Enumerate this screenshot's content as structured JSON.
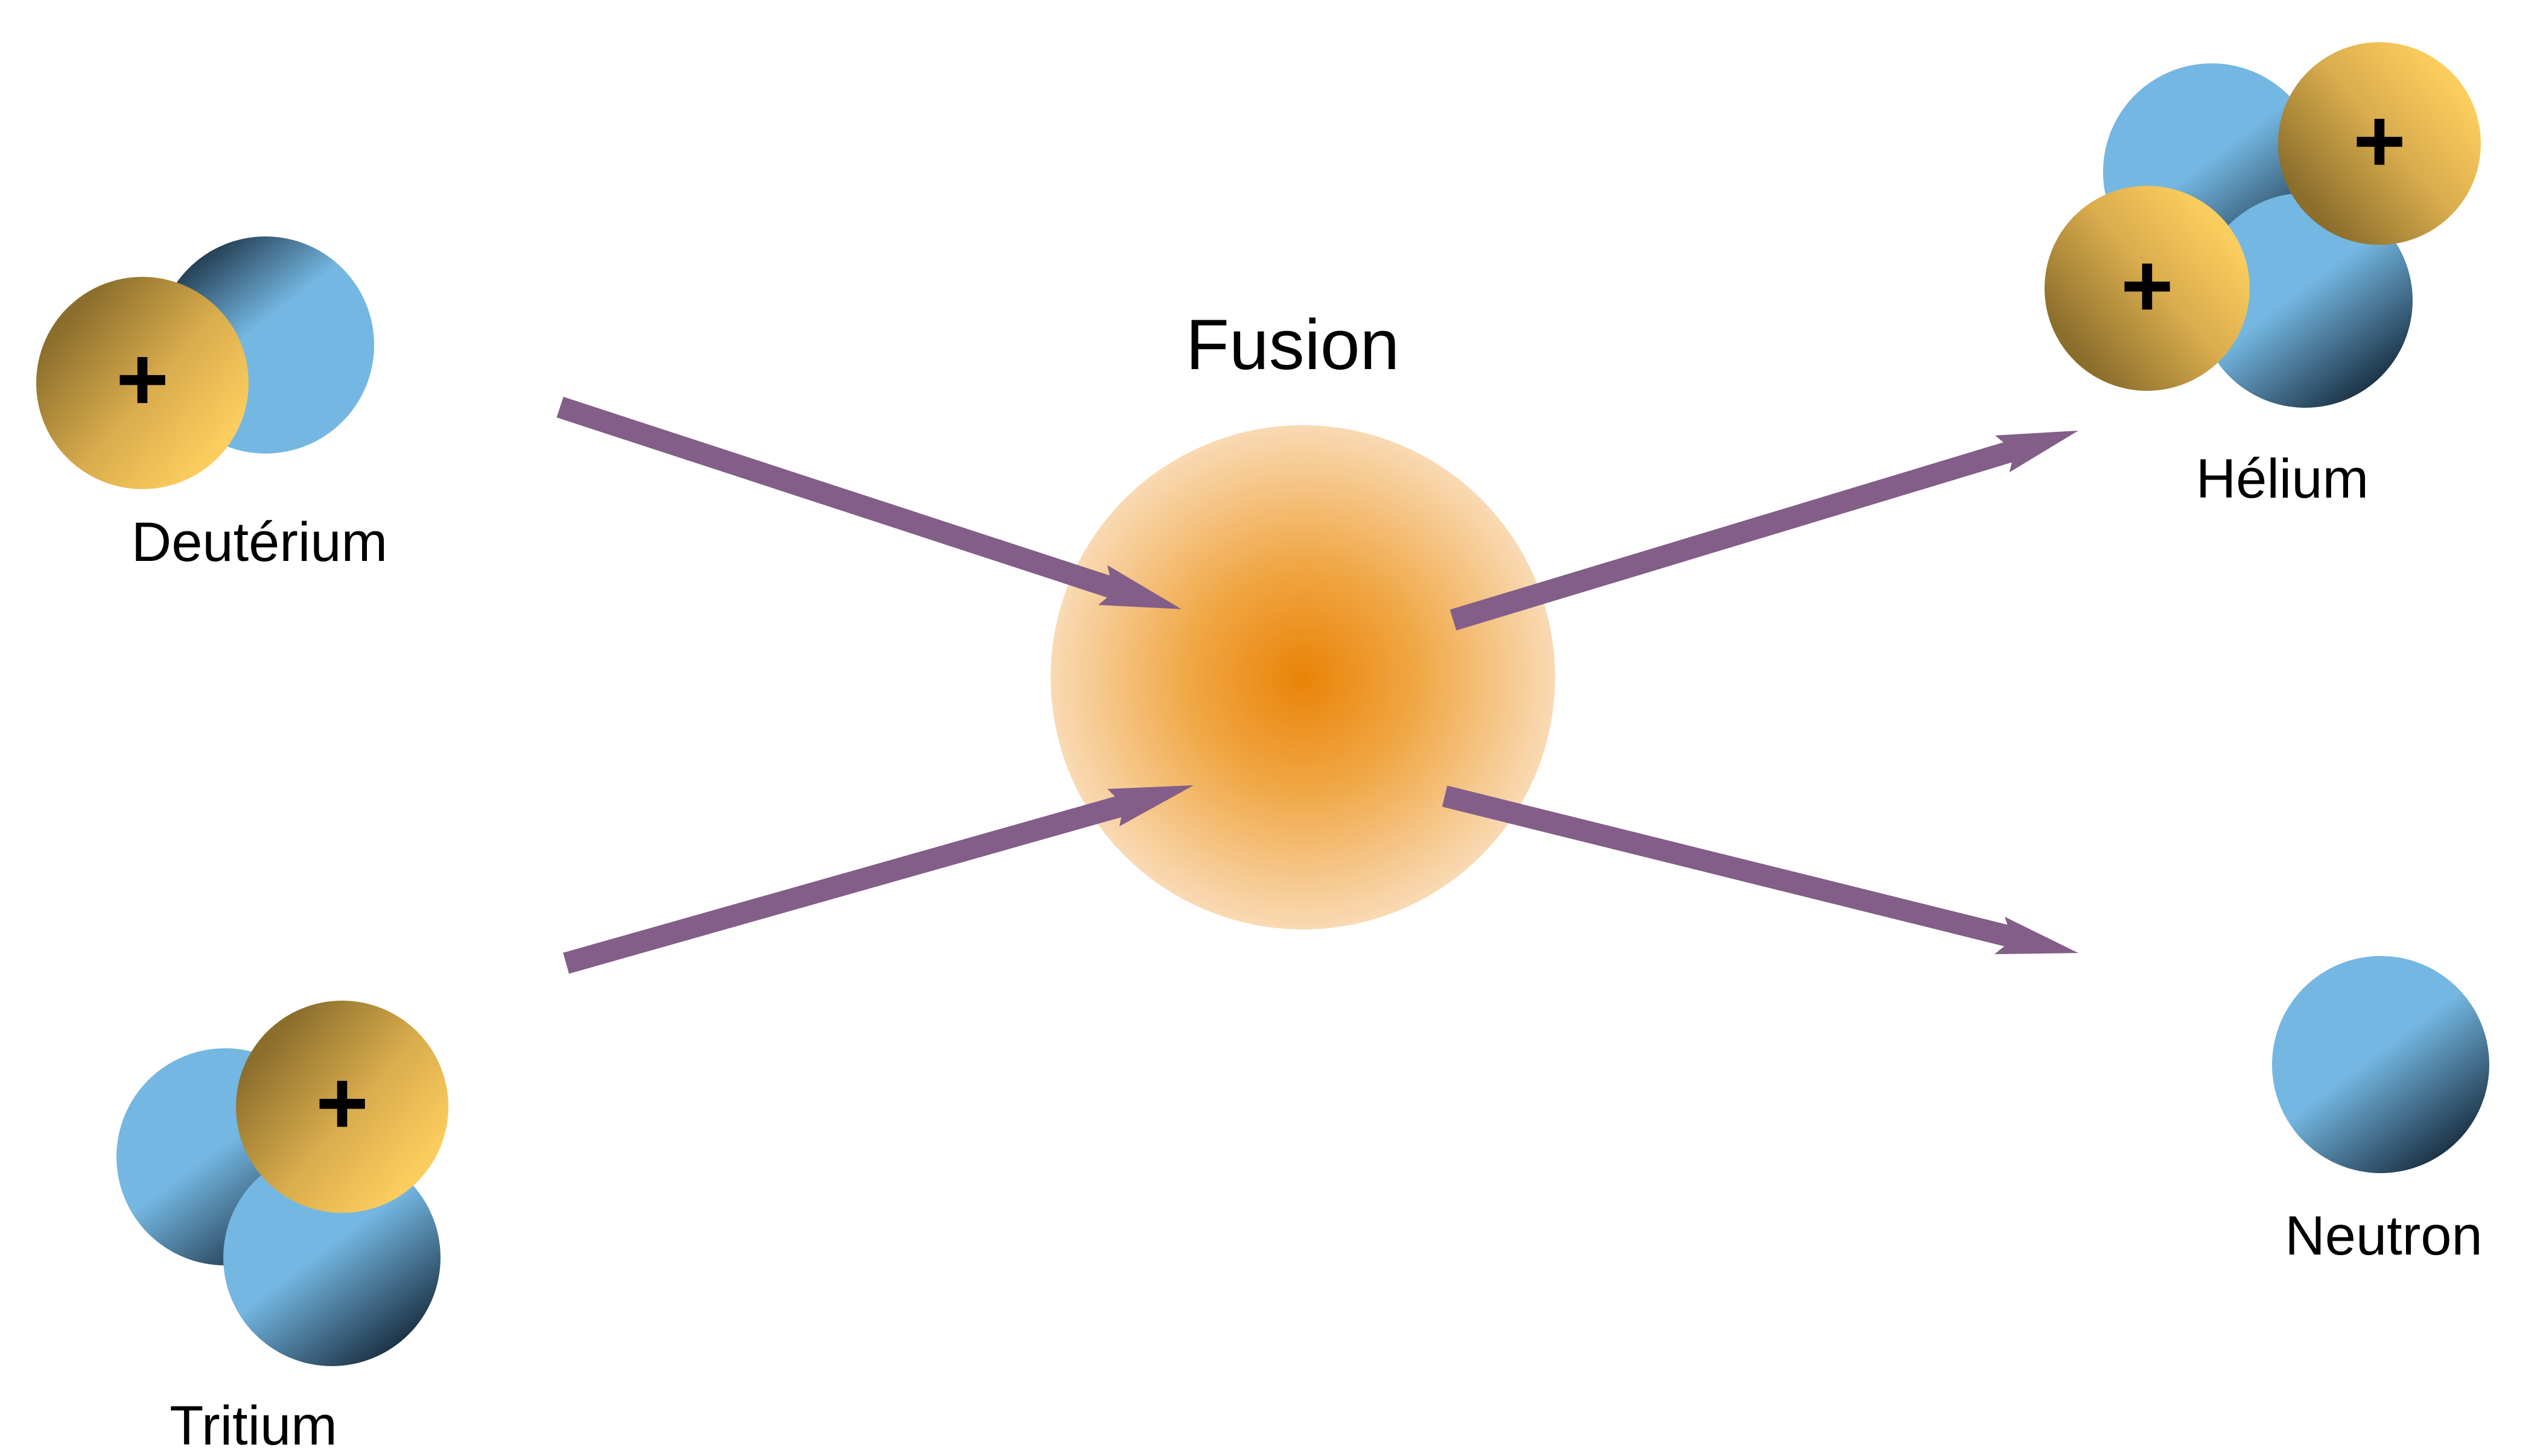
{
  "title": "Fusion",
  "particles": {
    "deuterium": {
      "label": "Deutérium",
      "plus": "+"
    },
    "tritium": {
      "label": "Tritium",
      "plus": "+"
    },
    "helium": {
      "label": "Hélium",
      "plus": "+"
    },
    "neutron": {
      "label": "Neutron"
    }
  },
  "colors": {
    "proton": "#fbcd5e",
    "proton_dark": "#8b6e2c",
    "neutron": "#74b7e2",
    "neutron_dark": "#1d3447",
    "arrow": "#835e88",
    "fusion_core": "#ea8307",
    "fusion_edge": "#f9dab4"
  }
}
